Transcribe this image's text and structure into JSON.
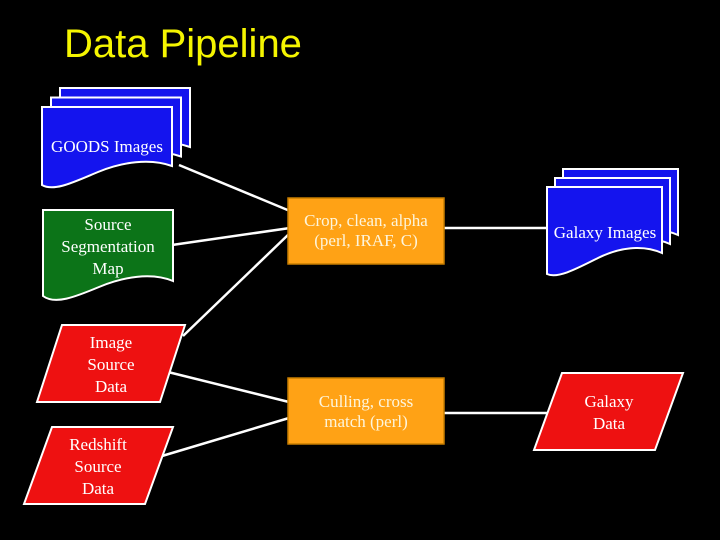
{
  "slide": {
    "title": "Data Pipeline"
  },
  "palette": {
    "background": "#000000",
    "title_text": "#F5F500",
    "connector": "#FFFFFF",
    "shape_border": "#FFFFFF",
    "document_blue": "#1414EE",
    "document_green": "#0C7418",
    "data_red": "#EE1111",
    "process_orange": "#FFA215",
    "process_text": "#FDF5DC",
    "shape_text": "#FFFFFF"
  },
  "diagram": {
    "nodes": [
      {
        "id": "goods_images",
        "type": "multi-document",
        "label": "GOODS Images",
        "fill": "#1414EE"
      },
      {
        "id": "source_segmentation_map",
        "type": "document",
        "label": "Source\nSegmentation\nMap",
        "fill": "#0C7418"
      },
      {
        "id": "image_source_data",
        "type": "parallelogram",
        "label": "Image\nSource\nData",
        "fill": "#EE1111"
      },
      {
        "id": "redshift_source_data",
        "type": "parallelogram",
        "label": "Redshift\nSource\nData",
        "fill": "#EE1111"
      },
      {
        "id": "crop_clean_alpha",
        "type": "process",
        "label": "Crop, clean, alpha\n(perl, IRAF, C)",
        "fill": "#FFA215"
      },
      {
        "id": "culling_cross_match",
        "type": "process",
        "label": "Culling, cross\nmatch (perl)",
        "fill": "#FFA215"
      },
      {
        "id": "galaxy_images",
        "type": "multi-document",
        "label": "Galaxy Images",
        "fill": "#1414EE"
      },
      {
        "id": "galaxy_data",
        "type": "parallelogram",
        "label": "Galaxy\nData",
        "fill": "#EE1111"
      }
    ],
    "edges": [
      {
        "from": "goods_images",
        "to": "crop_clean_alpha"
      },
      {
        "from": "source_segmentation_map",
        "to": "crop_clean_alpha"
      },
      {
        "from": "image_source_data",
        "to": "crop_clean_alpha"
      },
      {
        "from": "image_source_data",
        "to": "culling_cross_match"
      },
      {
        "from": "redshift_source_data",
        "to": "culling_cross_match"
      },
      {
        "from": "crop_clean_alpha",
        "to": "galaxy_images"
      },
      {
        "from": "culling_cross_match",
        "to": "galaxy_data"
      }
    ]
  }
}
